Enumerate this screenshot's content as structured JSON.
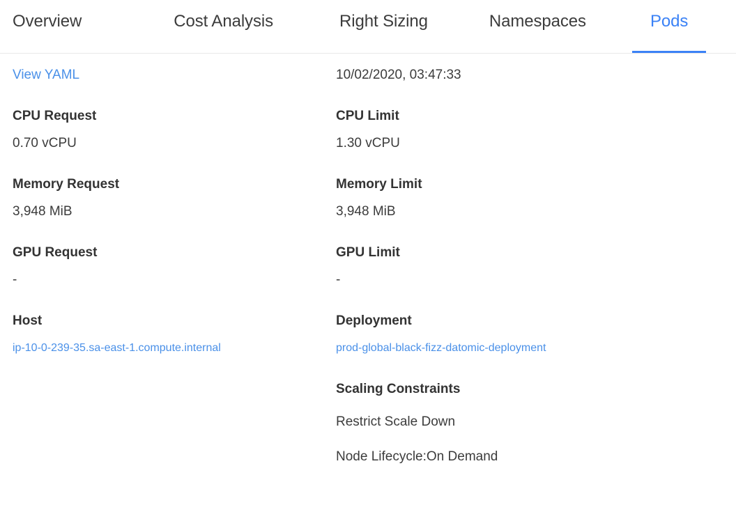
{
  "tabs": [
    {
      "label": "Overview",
      "active": false
    },
    {
      "label": "Cost Analysis",
      "active": false
    },
    {
      "label": "Right Sizing",
      "active": false
    },
    {
      "label": "Namespaces",
      "active": false
    },
    {
      "label": "Pods",
      "active": true
    }
  ],
  "colors": {
    "accent": "#3b82f6",
    "link": "#4a90e8",
    "text": "#3c3c3c",
    "label": "#333333",
    "border": "#e8e8e8"
  },
  "left_column": {
    "view_yaml_link": "View YAML",
    "cpu_request_label": "CPU Request",
    "cpu_request_value": "0.70 vCPU",
    "memory_request_label": "Memory Request",
    "memory_request_value": "3,948 MiB",
    "gpu_request_label": "GPU Request",
    "gpu_request_value": "-",
    "host_label": "Host",
    "host_value": "ip-10-0-239-35.sa-east-1.compute.internal"
  },
  "right_column": {
    "timestamp": "10/02/2020, 03:47:33",
    "cpu_limit_label": "CPU Limit",
    "cpu_limit_value": "1.30 vCPU",
    "memory_limit_label": "Memory Limit",
    "memory_limit_value": "3,948 MiB",
    "gpu_limit_label": "GPU Limit",
    "gpu_limit_value": "-",
    "deployment_label": "Deployment",
    "deployment_value": "prod-global-black-fizz-datomic-deployment",
    "scaling_constraints_label": "Scaling Constraints",
    "scaling_constraints": [
      "Restrict Scale Down",
      "Node Lifecycle:On Demand"
    ]
  }
}
